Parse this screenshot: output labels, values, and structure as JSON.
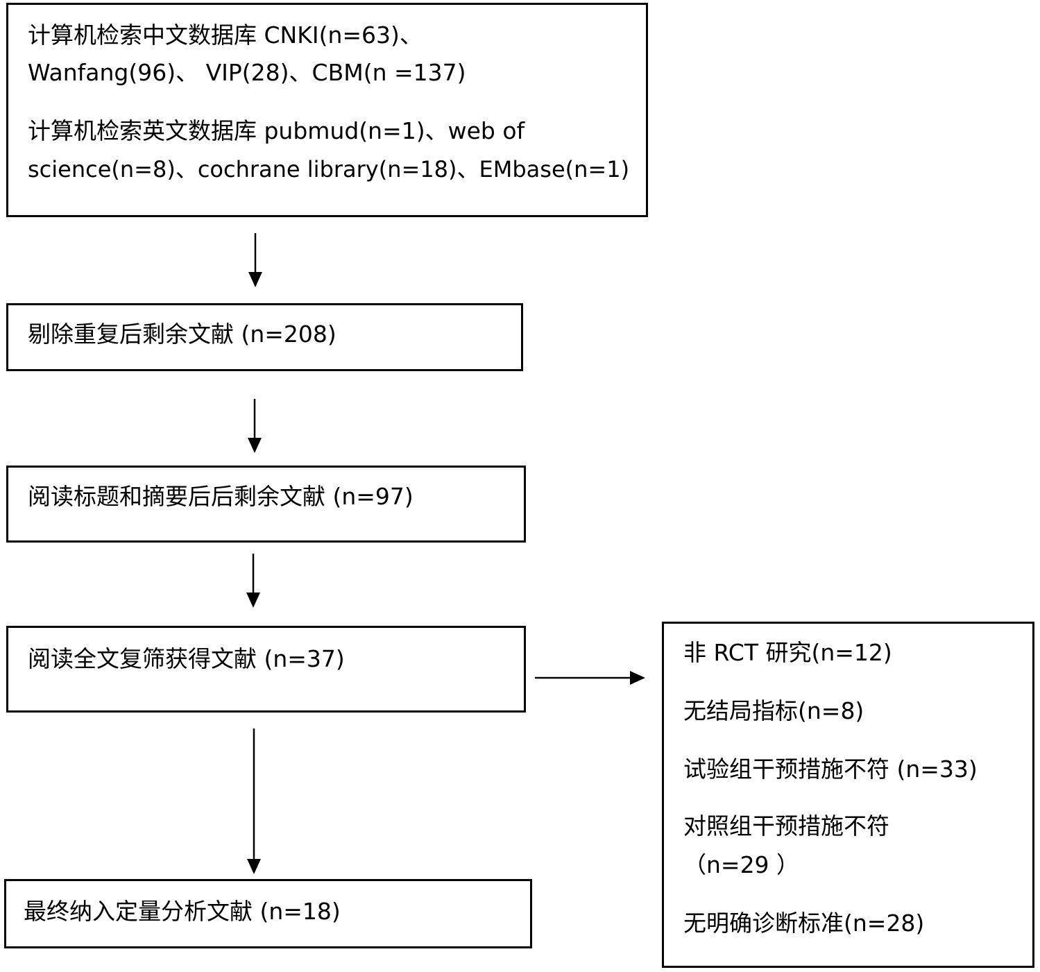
{
  "boxes": {
    "search": {
      "lines": [
        "计算机检索中文数据库 CNKI(n=63)、",
        "Wanfang(96)、 VIP(28)、CBM(n =137)",
        "计算机检索英文数据库 pubmud(n=1)、web of",
        "science(n=8)、cochrane library(n=18)、EMbase(n=1)"
      ]
    },
    "dedup": {
      "text": "剔除重复后剩余文献 (n=208)"
    },
    "screen": {
      "text": "阅读标题和摘要后后剩余文献 (n=97)"
    },
    "fulltext": {
      "text": "阅读全文复筛获得文献 (n=37)"
    },
    "final": {
      "text": "最终纳入定量分析文献 (n=18)"
    },
    "excluded": {
      "lines": [
        "非 RCT 研究(n=12)",
        "无结局指标(n=8)",
        "试验组干预措施不符 (n=33)",
        "对照组干预措施不符",
        "（n=29 ）",
        "无明确诊断标准(n=28)"
      ]
    }
  },
  "colors": {
    "stroke": "#000000",
    "background": "#ffffff"
  }
}
